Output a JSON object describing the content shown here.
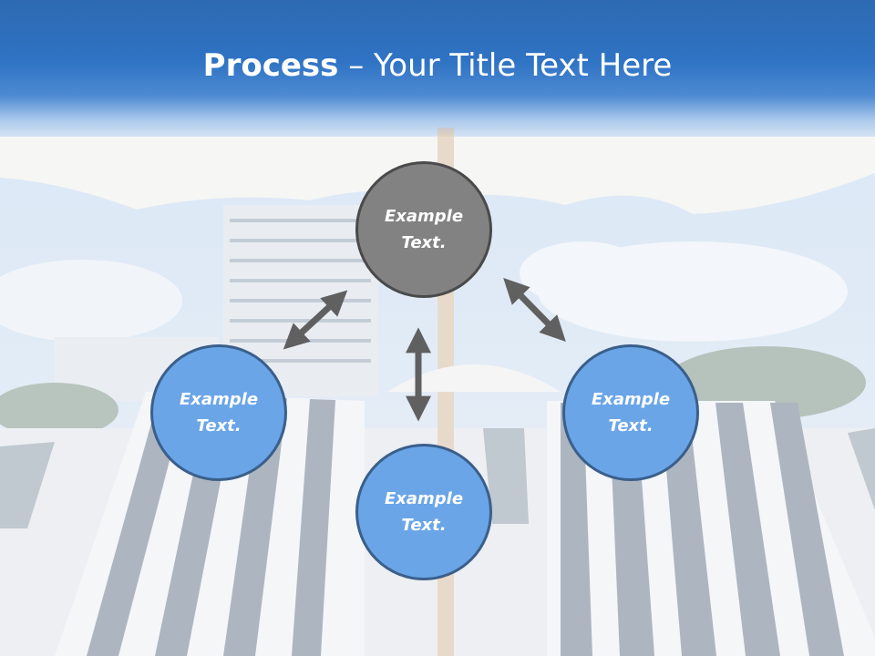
{
  "title": {
    "bold": "Process",
    "separator": " – ",
    "rest": "Your Title Text Here"
  },
  "nodes": [
    {
      "id": "top",
      "line1": "Example",
      "line2": "Text."
    },
    {
      "id": "left",
      "line1": "Example",
      "line2": "Text."
    },
    {
      "id": "bottom",
      "line1": "Example",
      "line2": "Text."
    },
    {
      "id": "right",
      "line1": "Example",
      "line2": "Text."
    }
  ],
  "colors": {
    "header": "#2f73c4",
    "center_node": "#828282",
    "outer_node": "#6aa5e8",
    "arrow": "#606060"
  }
}
